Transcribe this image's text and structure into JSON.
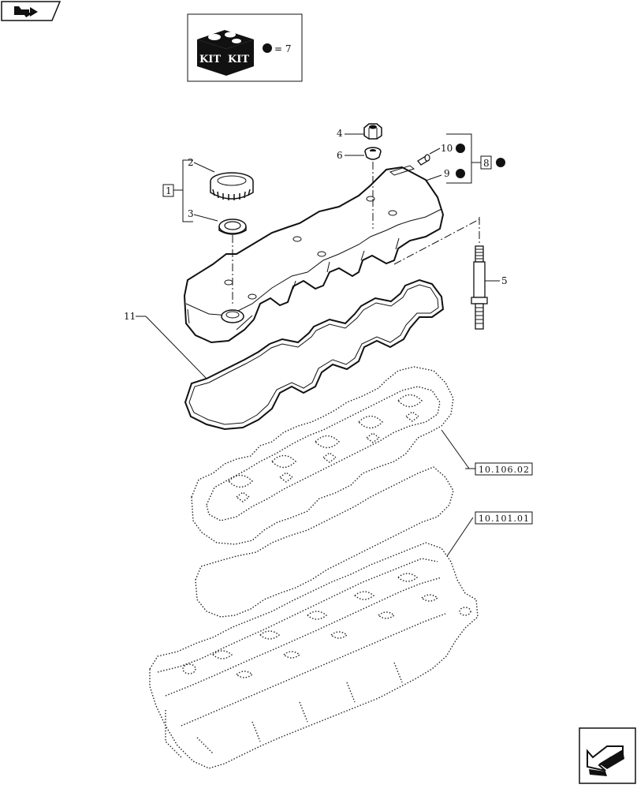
{
  "kit_legend": {
    "kit_text_left": "KIT",
    "kit_text_right": "KIT",
    "equals_text": "= 7"
  },
  "callouts": {
    "c1": "1",
    "c2": "2",
    "c3": "3",
    "c4": "4",
    "c5": "5",
    "c6": "6",
    "c8": "8",
    "c9": "9",
    "c10": "10",
    "c11": "11"
  },
  "references": {
    "ref_cylinder_head_gasket": "10.106.02",
    "ref_cylinder_head": "10.101.01"
  },
  "icons": {
    "top_left": "page-back-arrow-icon",
    "bottom_right": "next-page-arrow-icon",
    "kit_box": "kit-box-icon",
    "kit_dot": "filled-dot-icon"
  }
}
